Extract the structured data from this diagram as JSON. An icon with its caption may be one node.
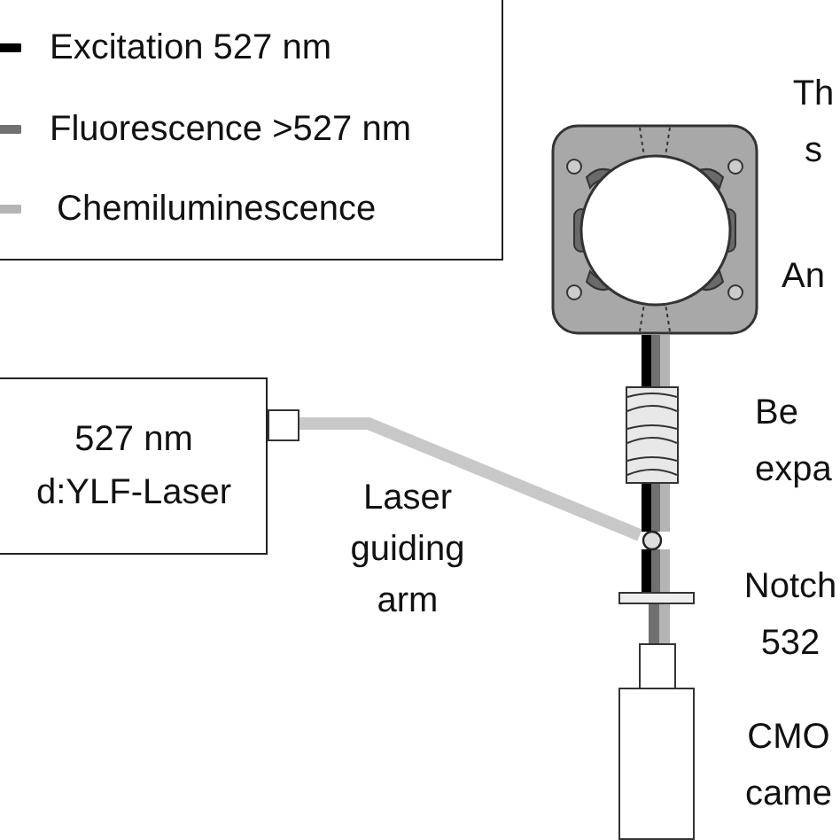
{
  "diagram": {
    "nodes": [
      {
        "text": [],
        "shape": "picture"
      },
      {
        "text": [
          "527 nm d:YLF-Laser"
        ]
      },
      {
        "text": [],
        "shape": "box"
      },
      {
        "text": [],
        "shape": "circle"
      },
      {
        "text": [],
        "shape": "bar"
      },
      {
        "text": [],
        "shape": "box"
      }
    ],
    "edges": [
      {
        "from": 1,
        "to": 3,
        "arrow": "none",
        "color": "#c8c8c8"
      },
      {
        "from": 3,
        "to": 2,
        "arrow": "none"
      },
      {
        "from": 2,
        "to": 0,
        "arrow": "none"
      },
      {
        "from": 3,
        "to": 4,
        "arrow": "none"
      },
      {
        "from": 4,
        "to": 5,
        "arrow": "none"
      }
    ],
    "labels": [
      "Th s",
      "An",
      "Be expa",
      "Laser guiding arm",
      "Notch 532",
      "CMO came"
    ],
    "legend": [
      {
        "text": "Excitation 527 nm",
        "color": "#000000"
      },
      {
        "text": "Fluorescence >527 nm",
        "color": "#707070"
      },
      {
        "text": "Chemiluminescence",
        "color": "#b4b4b4"
      }
    ]
  }
}
